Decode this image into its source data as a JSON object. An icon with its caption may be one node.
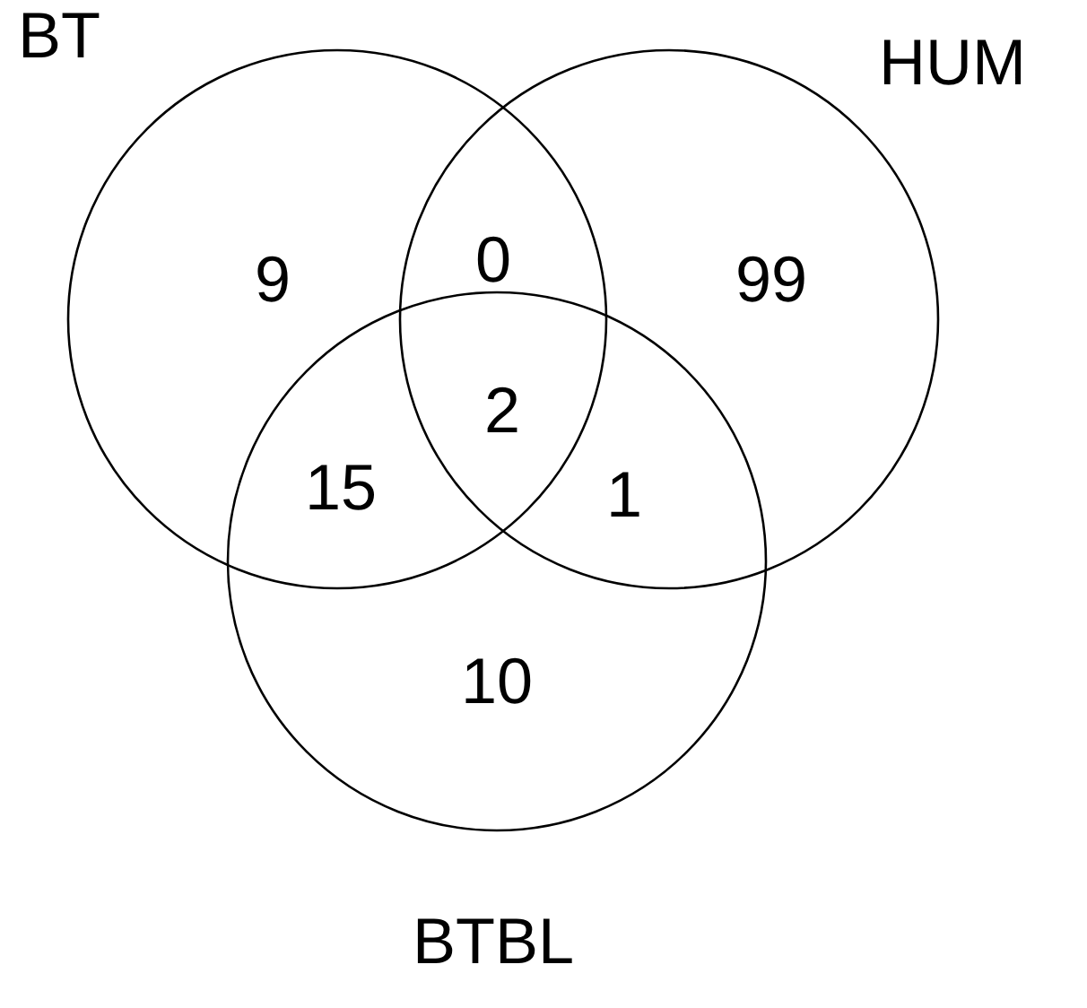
{
  "diagram": {
    "nodes": [
      {
        "text": [
          "BT"
        ]
      },
      {
        "text": [
          "HUM"
        ]
      },
      {
        "text": [
          "BTBL"
        ]
      }
    ],
    "labels": [
      "9",
      "0",
      "99",
      "2",
      "15",
      "1",
      "10"
    ]
  }
}
